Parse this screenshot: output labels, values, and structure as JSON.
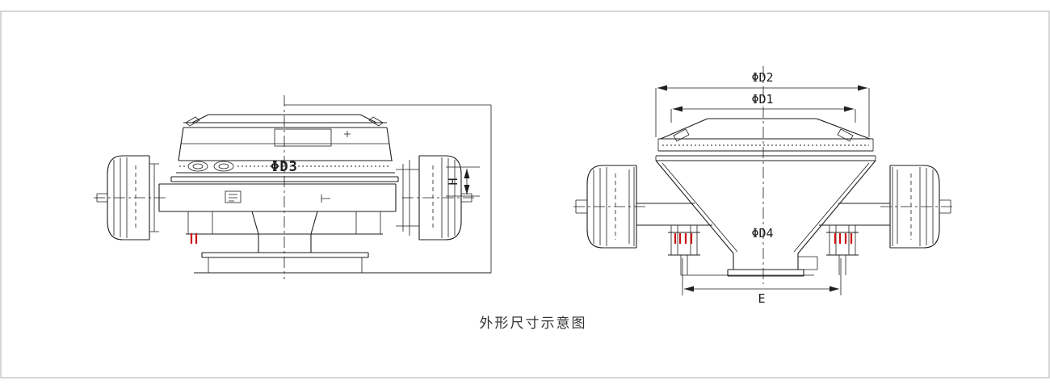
{
  "colors": {
    "line": "#1e1e1e",
    "red": "#cc1111",
    "frame": "#d6d6d6",
    "text": "#1e1e1e",
    "caption": "#333333"
  },
  "caption": {
    "text": "外形尺寸示意图"
  },
  "left_view": {
    "dim_d3": "ΦD3",
    "dim_h": "H"
  },
  "right_view": {
    "dim_d2": "ΦD2",
    "dim_d1": "ΦD1",
    "dim_d4": "ΦD4",
    "dim_e": "E"
  }
}
